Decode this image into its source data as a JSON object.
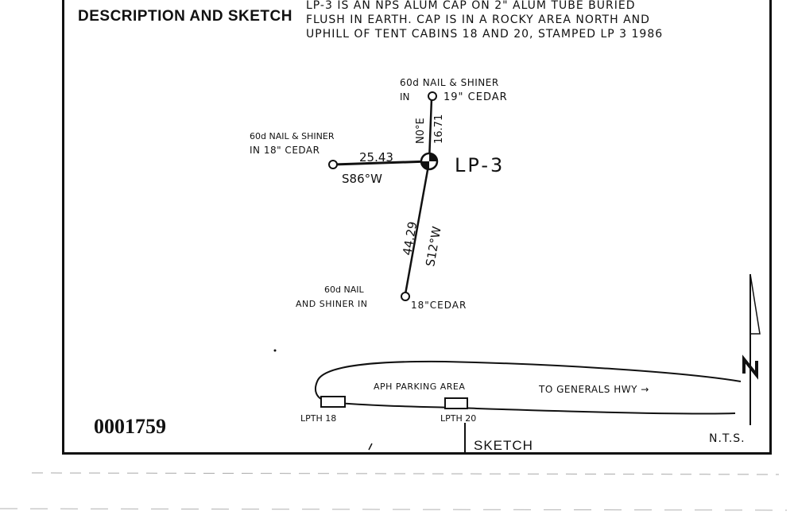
{
  "header": {
    "title": "DESCRIPTION AND SKETCH",
    "description_lines": [
      "LP-3 IS AN NPS ALUM CAP ON 2\" ALUM TUBE BURIED",
      "FLUSH IN EARTH. CAP IS IN A ROCKY AREA NORTH AND",
      "UPHILL OF TENT CABINS 18 AND 20, STAMPED LP 3 1986"
    ]
  },
  "sketch": {
    "station_label": "LP-3",
    "north_ref": {
      "line1": "60d NAIL & SHINER",
      "line2": "IN",
      "line3": "19\" CEDAR",
      "bearing": "N0°E",
      "distance": "16.71"
    },
    "west_ref": {
      "line1": "60d NAIL & SHINER",
      "line2": "IN 18\" CEDAR",
      "bearing": "S86°W",
      "distance": "25.43"
    },
    "south_ref": {
      "line1": "60d NAIL",
      "line2": "AND SHINER IN",
      "line3": "18\"CEDAR",
      "bearing": "S12°W",
      "distance": "44.29"
    },
    "parking_label": "APH PARKING AREA",
    "road_label": "TO GENERALS HWY →",
    "cabin_left": "LPTH 18",
    "cabin_right": "LPTH 20"
  },
  "footer": {
    "document_number": "0001759",
    "sketch_label": "SKETCH",
    "scale_note": "N.T.S."
  }
}
